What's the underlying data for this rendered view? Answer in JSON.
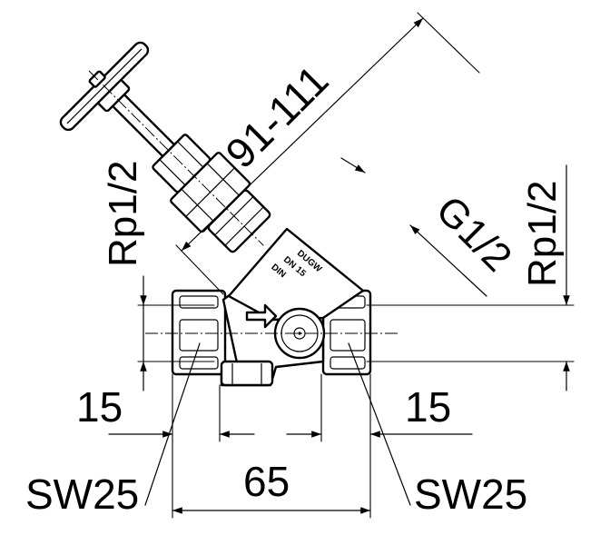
{
  "dimensions": {
    "stem_length": "91-111",
    "thread_left": "Rp1/2",
    "thread_right": "Rp1/2",
    "thread_bonnet": "G1/2",
    "left_offset": "15",
    "right_offset": "15",
    "width_across_flats_left": "SW25",
    "width_across_flats_right": "SW25",
    "overall_length": "65"
  },
  "body_marking": {
    "line1": "DUGW",
    "line2": "DN 15",
    "line3": "DIN"
  },
  "colors": {
    "ink": "#000000",
    "paper": "#ffffff"
  }
}
